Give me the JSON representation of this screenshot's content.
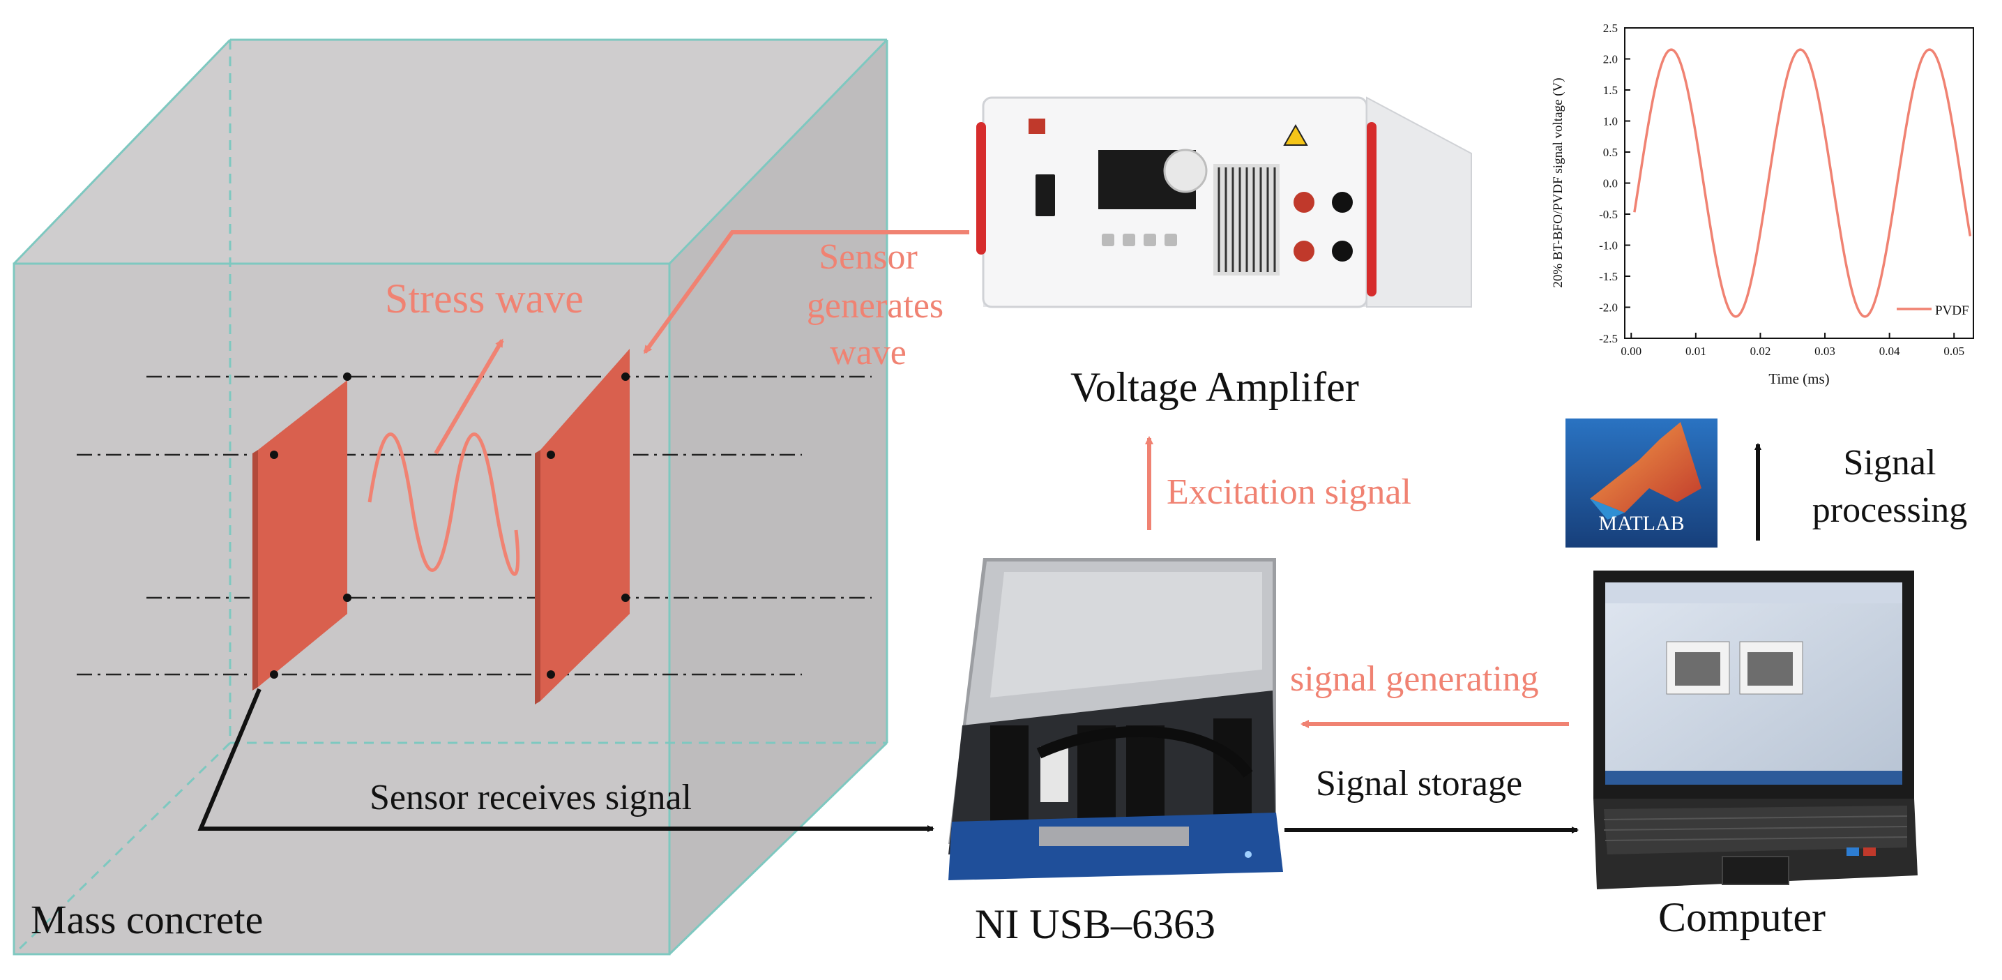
{
  "labels": {
    "mass_concrete": "Mass concrete",
    "stress_wave": "Stress wave",
    "sensor_generates_1": "Sensor",
    "sensor_generates_2": "generates",
    "sensor_generates_3": "wave",
    "sensor_receives": "Sensor receives signal",
    "voltage_amplifier": "Voltage Amplifer",
    "excitation_signal": "Excitation signal",
    "ni_usb": "NI USB–6363",
    "signal_generating": "signal generating",
    "signal_storage": "Signal storage",
    "computer": "Computer",
    "signal_processing_1": "Signal",
    "signal_processing_2": "processing",
    "matlab": "MATLAB"
  },
  "colors": {
    "accent": "#f08272",
    "plate": "#d9604e",
    "concrete": "#c9c7c8",
    "cube_edge": "#7ec8c0",
    "ni_blue": "#1f4f9a",
    "matlab_blue": "#1e5ea8"
  },
  "chart_data": {
    "type": "line",
    "xlabel": "Time (ms)",
    "ylabel": "20% BT-BFO/PVDF signal voltage (V)",
    "xlim": [
      -0.001,
      0.053
    ],
    "ylim": [
      -2.5,
      2.5
    ],
    "xticks": [
      "0.00",
      "0.01",
      "0.02",
      "0.03",
      "0.04",
      "0.05"
    ],
    "yticks": [
      "2.5",
      "2.0",
      "1.5",
      "1.0",
      "0.5",
      "0.0",
      "-0.5",
      "-1.0",
      "-1.5",
      "-2.0",
      "-2.5"
    ],
    "legend": "bottom-right",
    "series": [
      {
        "name": "PVDF",
        "color": "#f08272",
        "amplitude": 2.15,
        "period": 0.02,
        "peak_at": 0.0062,
        "x_start": 0.0005,
        "x_end": 0.0525
      }
    ]
  }
}
